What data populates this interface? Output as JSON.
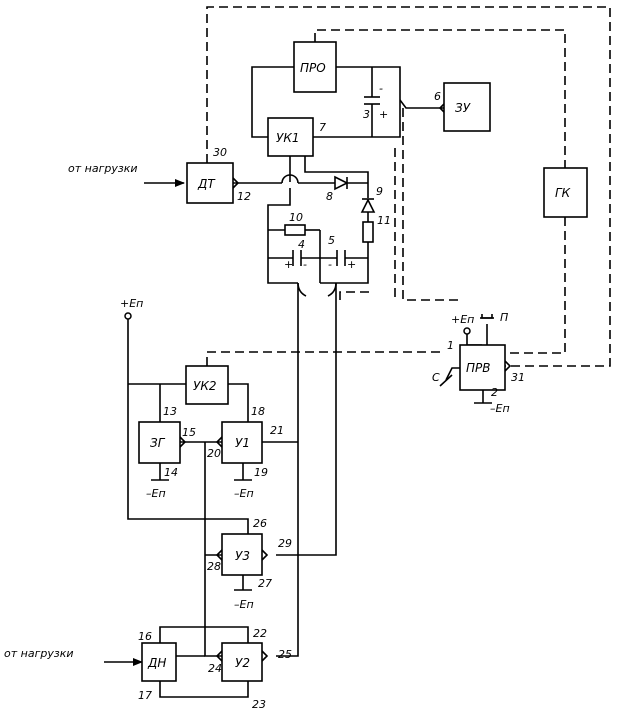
{
  "blocks": {
    "pro": "ПРО",
    "zu": "ЗУ",
    "uk1": "УК1",
    "dt": "ДТ",
    "gk": "ГК",
    "prv": "ПРВ",
    "uk2": "УК2",
    "zg": "ЗГ",
    "u1": "У1",
    "u3": "У3",
    "dn": "ДН",
    "u2": "У2"
  },
  "labels": {
    "from_load_top": "от нагрузки",
    "from_load_bottom": "от нагрузки",
    "plus_ep_left": "+Еп",
    "plus_ep_prv": "+Еп",
    "minus_ep_zg": "–Еп",
    "minus_ep_u1": "–Еп",
    "minus_ep_u3": "–Еп",
    "minus_ep_prv": "–Еп",
    "switch_p": "П",
    "switch_c": "С",
    "cap_minus_3": "-",
    "cap_plus_3": "+",
    "cap4_plus": "+",
    "cap4_minus": "-",
    "cap5_minus": "-",
    "cap5_plus": "+"
  },
  "numbers": {
    "n1": "1",
    "n2": "2",
    "n3": "3",
    "n4": "4",
    "n5": "5",
    "n6": "6",
    "n7": "7",
    "n8": "8",
    "n9": "9",
    "n10": "10",
    "n11": "11",
    "n12": "12",
    "n13": "13",
    "n14": "14",
    "n15": "15",
    "n16": "16",
    "n17": "17",
    "n18": "18",
    "n19": "19",
    "n20": "20",
    "n21": "21",
    "n22": "22",
    "n23": "23",
    "n24": "24",
    "n25": "25",
    "n26": "26",
    "n27": "27",
    "n28": "28",
    "n29": "29",
    "n30": "30",
    "n31": "31"
  }
}
